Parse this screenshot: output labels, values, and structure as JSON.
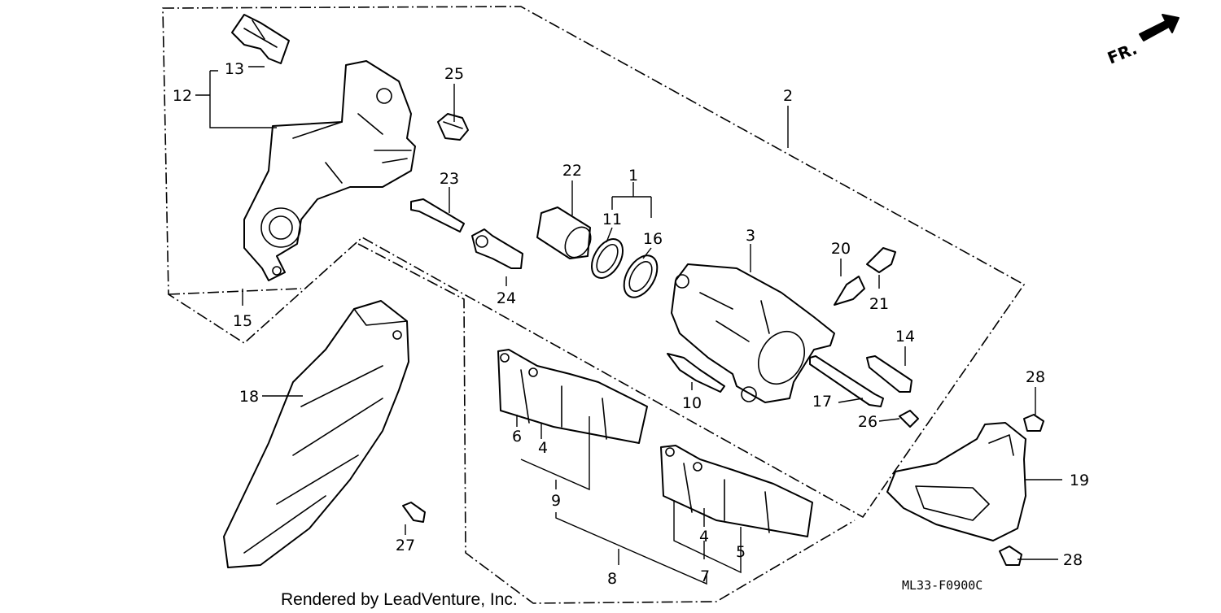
{
  "callouts": {
    "c1": "1",
    "c2": "2",
    "c3": "3",
    "c4a": "4",
    "c4b": "4",
    "c5": "5",
    "c6": "6",
    "c7": "7",
    "c8": "8",
    "c9": "9",
    "c10": "10",
    "c11": "11",
    "c12": "12",
    "c13": "13",
    "c14": "14",
    "c15": "15",
    "c16": "16",
    "c17": "17",
    "c18": "18",
    "c19": "19",
    "c20": "20",
    "c21": "21",
    "c22": "22",
    "c23": "23",
    "c24": "24",
    "c25": "25",
    "c26": "26",
    "c27": "27",
    "c28a": "28",
    "c28b": "28"
  },
  "direction_label": "FR.",
  "footer_text": "Rendered by LeadVenture, Inc.",
  "diagram_code": "ML33-F0900C"
}
